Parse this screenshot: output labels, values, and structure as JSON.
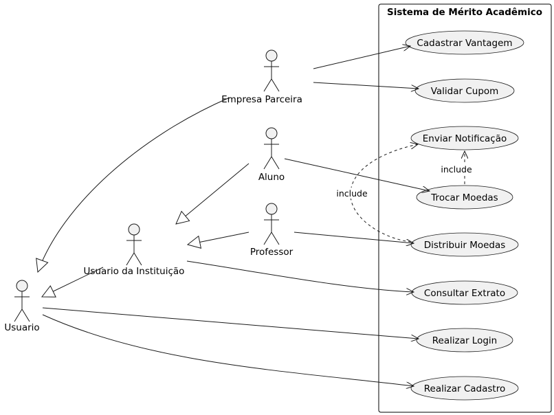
{
  "system": {
    "title": "Sistema de Mérito Acadêmico"
  },
  "actors": {
    "empresa": "Empresa Parceira",
    "aluno": "Aluno",
    "professor": "Professor",
    "usuario_instituicao": "Usuario da Instituição",
    "usuario": "Usuario"
  },
  "use_cases": {
    "cadastrar_vantagem": "Cadastrar Vantagem",
    "validar_cupom": "Validar Cupom",
    "enviar_notificacao": "Enviar Notificação",
    "trocar_moedas": "Trocar Moedas",
    "distribuir_moedas": "Distribuir Moedas",
    "consultar_extrato": "Consultar Extrato",
    "realizar_login": "Realizar Login",
    "realizar_cadastro": "Realizar Cadastro"
  },
  "relations": {
    "include_trocar": "include",
    "include_distribuir": "include"
  }
}
